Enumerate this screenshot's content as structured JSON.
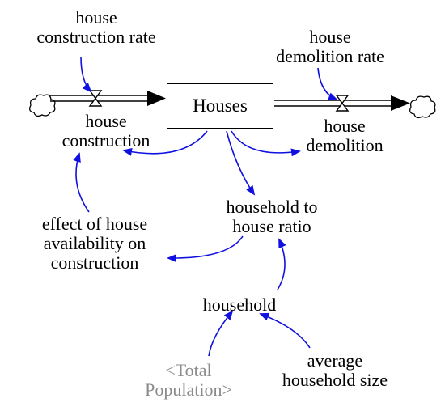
{
  "diagram": {
    "stock": {
      "label": "Houses"
    },
    "flows": [
      {
        "id": "house-construction",
        "label": "house\nconstruction"
      },
      {
        "id": "house-demolition",
        "label": "house\ndemolition"
      }
    ],
    "variables": [
      {
        "id": "house-construction-rate",
        "label": "house\nconstruction rate"
      },
      {
        "id": "house-demolition-rate",
        "label": "house\ndemolition rate"
      },
      {
        "id": "household-to-house-ratio",
        "label": "household to\nhouse ratio"
      },
      {
        "id": "effect-of-house-availability",
        "label": "effect of house\navailability on\nconstruction"
      },
      {
        "id": "household",
        "label": "household"
      },
      {
        "id": "total-population",
        "label": "<Total\nPopulation>"
      },
      {
        "id": "average-household-size",
        "label": "average\nhousehold size"
      }
    ],
    "colors": {
      "stock_flow": "#000000",
      "link": "#1010e0",
      "shadow_variable": "#8a8a8a"
    }
  }
}
